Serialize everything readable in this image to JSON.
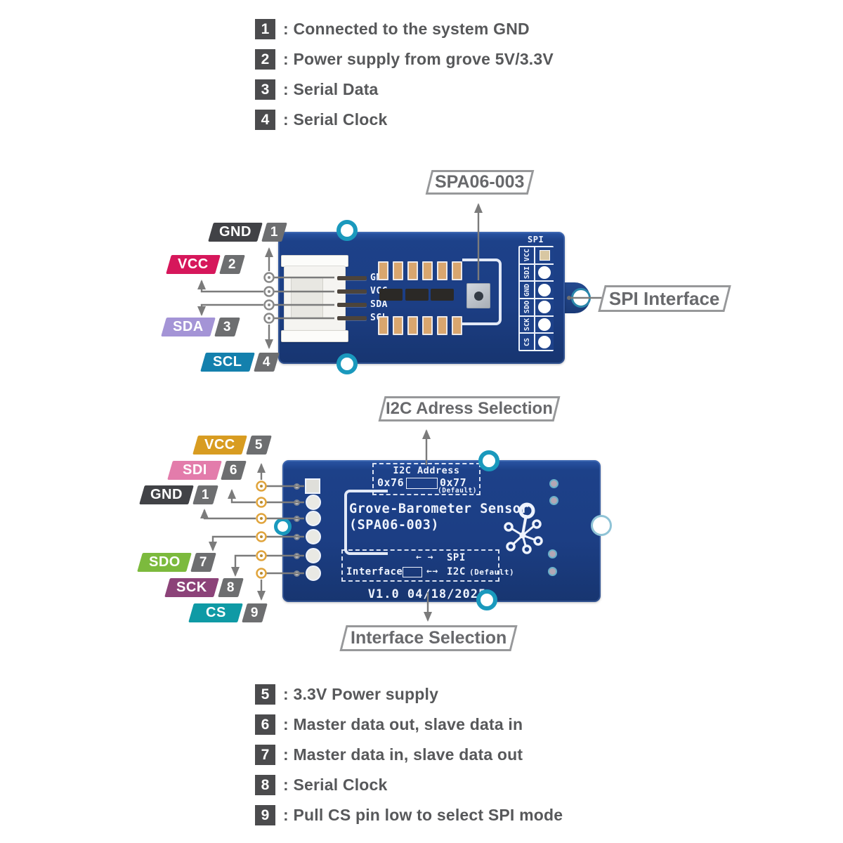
{
  "legend_top": [
    {
      "num": "1",
      "text": ": Connected to the system GND"
    },
    {
      "num": "2",
      "text": ": Power supply from grove 5V/3.3V"
    },
    {
      "num": "3",
      "text": ": Serial Data"
    },
    {
      "num": "4",
      "text": ": Serial Clock"
    }
  ],
  "legend_bottom": [
    {
      "num": "5",
      "text": ": 3.3V Power supply"
    },
    {
      "num": "6",
      "text": ": Master data out, slave data in"
    },
    {
      "num": "7",
      "text": ": Master data in, slave data out"
    },
    {
      "num": "8",
      "text": ": Serial Clock"
    },
    {
      "num": "9",
      "text": ": Pull CS pin low to select SPI mode"
    }
  ],
  "callouts": {
    "chip": "SPA06-003",
    "spi": "SPI Interface",
    "i2c": "I2C Adress Selection",
    "interface": "Interface Selection"
  },
  "front_tags": [
    {
      "label": "GND",
      "num": "1",
      "color": "#414246"
    },
    {
      "label": "VCC",
      "num": "2",
      "color": "#d6175b"
    },
    {
      "label": "SDA",
      "num": "3",
      "color": "#a494d6"
    },
    {
      "label": "SCL",
      "num": "4",
      "color": "#1480ad"
    }
  ],
  "back_tags": [
    {
      "label": "VCC",
      "num": "5",
      "color": "#d89c21"
    },
    {
      "label": "SDI",
      "num": "6",
      "color": "#e37cab"
    },
    {
      "label": "GND",
      "num": "1",
      "color": "#414246"
    },
    {
      "label": "SDO",
      "num": "7",
      "color": "#7cba3d"
    },
    {
      "label": "SCK",
      "num": "8",
      "color": "#8c4379"
    },
    {
      "label": "CS",
      "num": "9",
      "color": "#0f9aa5"
    }
  ],
  "board_front": {
    "pin_labels": [
      "GND",
      "VCC",
      "SDA",
      "SCL"
    ],
    "spi_title": "SPI",
    "spi_pins": [
      "VCC",
      "SDI",
      "GND",
      "SDO",
      "SCK",
      "CS"
    ]
  },
  "board_back": {
    "i2c_title": "I2C Address",
    "i2c_left": "0x76",
    "i2c_right": "0x77",
    "i2c_note": "(Default)",
    "name1": "Grove-Barometer Sensor",
    "name2": "(SPA06-003)",
    "if_label": "Interface",
    "if_row1_arrow": "← →",
    "if_row1": "SPI",
    "if_row2_arrow": "←→",
    "if_row2": "I2C",
    "if_note": "(Default)",
    "version": "V1.0 04/18/2025"
  },
  "colors": {
    "pcb": "#1c3e84",
    "hole_ring": "#1a99bd",
    "line": "#7b7b7b",
    "tag_number_bg": "#6d6e70",
    "legend_num_bg": "#4b4b4d",
    "legend_text": "#57585a",
    "callout_text": "#68696c",
    "silkscreen": "#eef3fd",
    "pad_tan": "#d9a66e"
  }
}
